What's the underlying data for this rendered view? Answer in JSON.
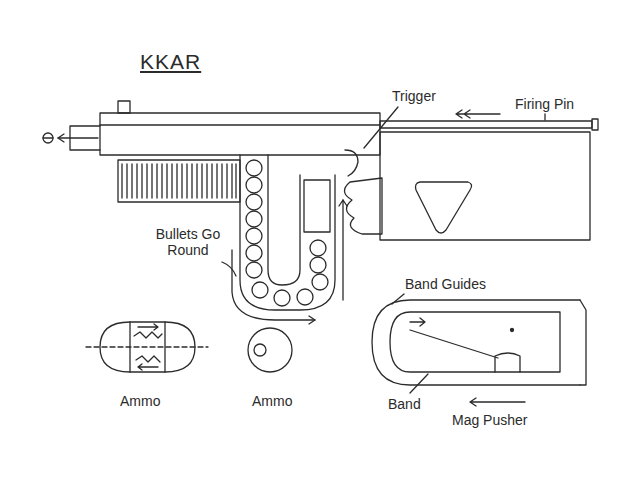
{
  "diagram": {
    "title": "KKAR",
    "labels": [
      "Trigger",
      "Firing Pin",
      "Bullets Go Round",
      "Band Guides",
      "Band",
      "Mag Pusher",
      "Ammo",
      "Ammo"
    ]
  }
}
